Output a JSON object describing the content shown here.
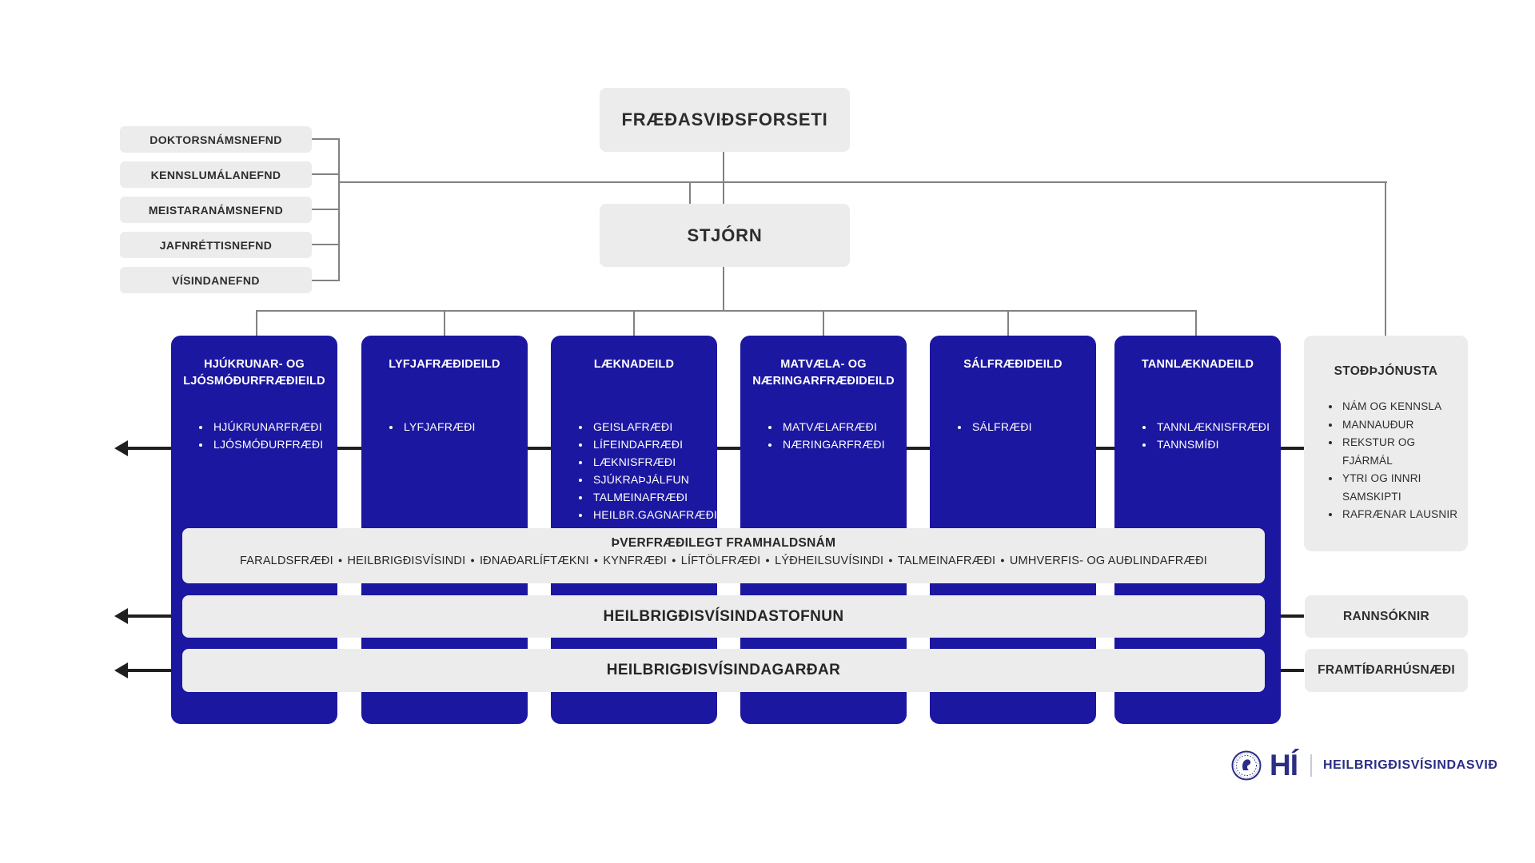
{
  "top": {
    "president": "FRÆÐASVIÐSFORSETI",
    "board": "STJÓRN"
  },
  "committees": [
    "DOKTORSNÁMSNEFND",
    "KENNSLUMÁLANEFND",
    "MEISTARANÁMSNEFND",
    "JAFNRÉTTISNEFND",
    "VÍSINDANEFND"
  ],
  "departments": [
    {
      "title": "HJÚKRUNAR- OG LJÓSMÓÐURFRÆÐIEILD",
      "programs": [
        "HJÚKRUNARFRÆÐI",
        "LJÓSMÓÐURFRÆÐI"
      ]
    },
    {
      "title": "LYFJAFRÆÐIDEILD",
      "programs": [
        "LYFJAFRÆÐI"
      ]
    },
    {
      "title": "LÆKNADEILD",
      "programs": [
        "GEISLAFRÆÐI",
        "LÍFEINDAFRÆÐI",
        "LÆKNISFRÆÐI",
        "SJÚKRAÞJÁLFUN",
        "TALMEINAFRÆÐI",
        "HEILBR.GAGNAFRÆÐI"
      ]
    },
    {
      "title": "MATVÆLA- OG NÆRINGARFRÆÐIDEILD",
      "programs": [
        "MATVÆLAFRÆÐI",
        "NÆRINGARFRÆÐI"
      ]
    },
    {
      "title": "SÁLFRÆÐIDEILD",
      "programs": [
        "SÁLFRÆÐI"
      ]
    },
    {
      "title": "TANNLÆKNADEILD",
      "programs": [
        "TANNLÆKNISFRÆÐI",
        "TANNSMÍÐI"
      ]
    }
  ],
  "support": {
    "title": "STOÐÞJÓNUSTA",
    "items": [
      "NÁM OG KENNSLA",
      "MANNAUÐUR",
      "REKSTUR OG FJÁRMÁL",
      "YTRI OG INNRI SAMSKIPTI",
      "RAFRÆNAR LAUSNIR"
    ]
  },
  "cross_bar": {
    "title": "ÞVERFRÆÐILEGT FRAMHALDSNÁM",
    "programs": [
      "FARALDSFRÆÐI",
      "HEILBRIGÐISVÍSINDI",
      "IÐNAÐARLÍFTÆKNI",
      "KYNFRÆÐI",
      "LÍFTÖLFRÆÐI",
      "LÝÐHEILSUVÍSINDI",
      "TALMEINAFRÆÐI",
      "UMHVERFIS- OG AUÐLINDAFRÆÐI"
    ]
  },
  "institution_bar": "HEILBRIGÐISVÍSINDASTOFNUN",
  "gardens_bar": "HEILBRIGÐISVÍSINDAGARÐAR",
  "side_boxes": {
    "research": "RANNSÓKNIR",
    "future_housing": "FRAMTÍÐARHÚSNÆÐI"
  },
  "footer": {
    "logo_abbr": "HÍ",
    "division": "HEILBRIGÐISVÍSINDASVIÐ"
  },
  "colors": {
    "department_blue": "#1c17a0",
    "box_gray": "#ececec",
    "line_gray": "#828282",
    "arrow_black": "#1f1f1f",
    "brand_navy": "#2b2d85"
  }
}
